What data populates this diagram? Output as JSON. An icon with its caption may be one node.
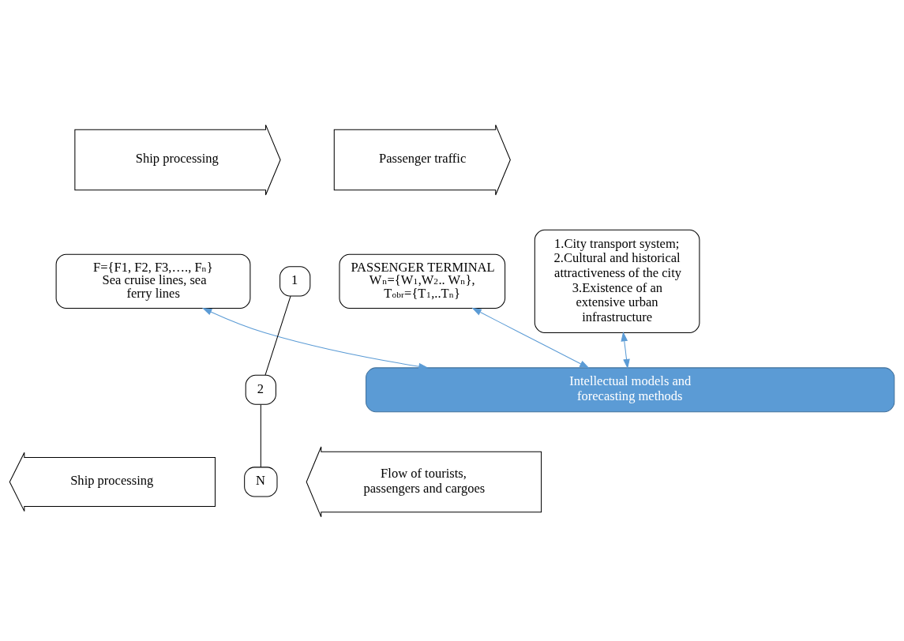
{
  "diagram": {
    "nodes": [
      {
        "text": [
          "Ship processing"
        ]
      },
      {
        "text": [
          "Passenger traffic"
        ]
      },
      {
        "text": [
          "1.City transport system;",
          "2.Cultural and historical attractiveness of the city",
          "3.Existence of an extensive urban infrastructure"
        ]
      },
      {
        "text": [
          "F={F1, F2, F3,…., F$_{n}$}",
          "Sea cruise lines, sea ferry lines"
        ]
      },
      {
        "text": [
          "PASSENGER TERMINAL",
          "W$_{n}$={W$_{1}$,W$_{2}$.. W$_{n}$},",
          "T$_{obr}$={T$_{1}$,..T$_{n}$}"
        ]
      },
      {
        "text": [
          "1"
        ]
      },
      {
        "text": [
          "2"
        ]
      },
      {
        "text": [
          "N"
        ]
      },
      {
        "text": [
          "Ship processing"
        ]
      },
      {
        "text": [
          "Flow of tourists, passengers and cargoes"
        ]
      },
      {
        "text": [
          "Intellectual models and forecasting methods"
        ]
      }
    ],
    "edges": [
      {
        "from": 3,
        "to": 10,
        "arrow": "both",
        "color": "#5b9bd5"
      },
      {
        "from": 4,
        "to": 10,
        "arrow": "both",
        "color": "#5b9bd5"
      },
      {
        "from": 2,
        "to": 10,
        "arrow": "both",
        "color": "#5b9bd5"
      },
      {
        "from": 5,
        "to": 6,
        "arrow": "none",
        "color": "#000000"
      },
      {
        "from": 6,
        "to": 7,
        "arrow": "none",
        "color": "#000000"
      }
    ]
  }
}
